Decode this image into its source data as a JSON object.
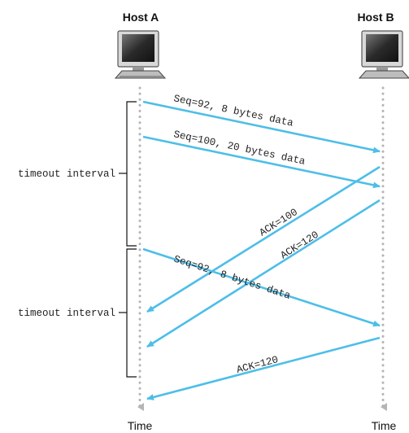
{
  "hosts": {
    "a": {
      "label": "Host A",
      "icon": "computer-icon"
    },
    "b": {
      "label": "Host B",
      "icon": "computer-icon"
    }
  },
  "time_labels": {
    "a": "Time",
    "b": "Time"
  },
  "intervals": [
    {
      "label": "timeout interval"
    },
    {
      "label": "timeout interval"
    }
  ],
  "messages": [
    {
      "label": "Seq=92, 8 bytes data",
      "from": "A",
      "to": "B"
    },
    {
      "label": "Seq=100, 20 bytes data",
      "from": "A",
      "to": "B"
    },
    {
      "label": "ACK=100",
      "from": "B",
      "to": "A"
    },
    {
      "label": "ACK=120",
      "from": "B",
      "to": "A"
    },
    {
      "label": "Seq=92, 8 bytes data",
      "from": "A",
      "to": "B"
    },
    {
      "label": "ACK=120",
      "from": "B",
      "to": "A"
    }
  ],
  "colors": {
    "arrow": "#4dbee8",
    "timeline": "#b5b5b5",
    "bracket": "#111111"
  }
}
